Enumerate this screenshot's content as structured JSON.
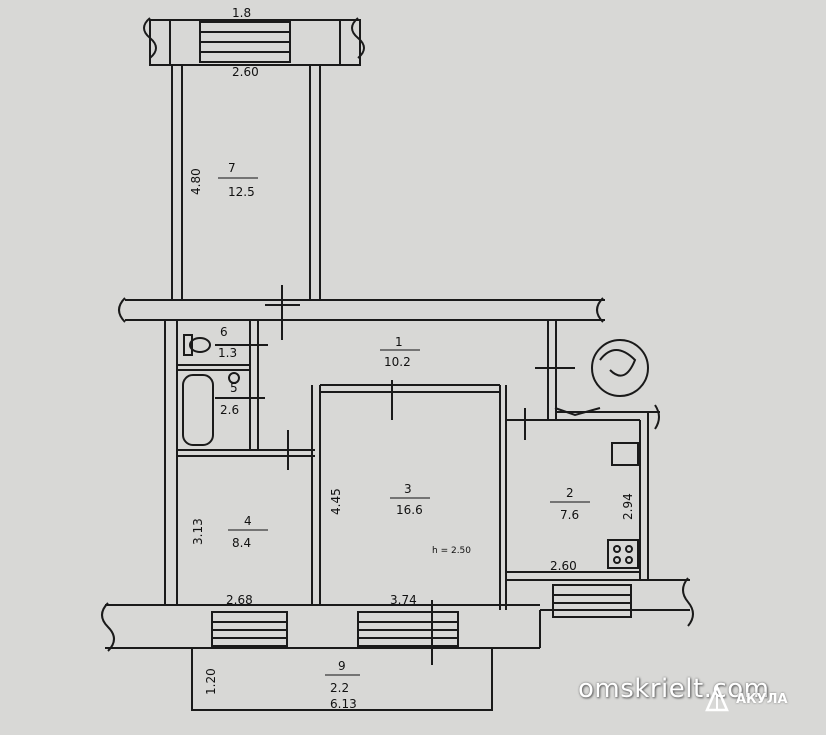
{
  "rooms": [
    {
      "number": "7",
      "area": "12.5"
    },
    {
      "number": "6",
      "area": "1.3"
    },
    {
      "number": "1",
      "area": "10.2"
    },
    {
      "number": "5",
      "area": "2.6"
    },
    {
      "number": "3",
      "area": "16.6"
    },
    {
      "number": "4",
      "area": "8.4"
    },
    {
      "number": "2",
      "area": "7.6"
    },
    {
      "number": "9",
      "area": "2.2"
    }
  ],
  "top_balcony_area": "1.8",
  "dimensions": {
    "top_width": "2.60",
    "room7_depth": "4.80",
    "room4_depth": "3.13",
    "room4_width": "2.68",
    "room3_depth": "4.45",
    "room3_width": "3.74",
    "room2_depth": "2.94",
    "room2_width": "2.60",
    "balcony_depth": "1.20",
    "balcony_width": "6.13"
  },
  "ceiling_height": "h = 2.50",
  "watermark": "omskrielt.com",
  "brand": "АКУЛА"
}
